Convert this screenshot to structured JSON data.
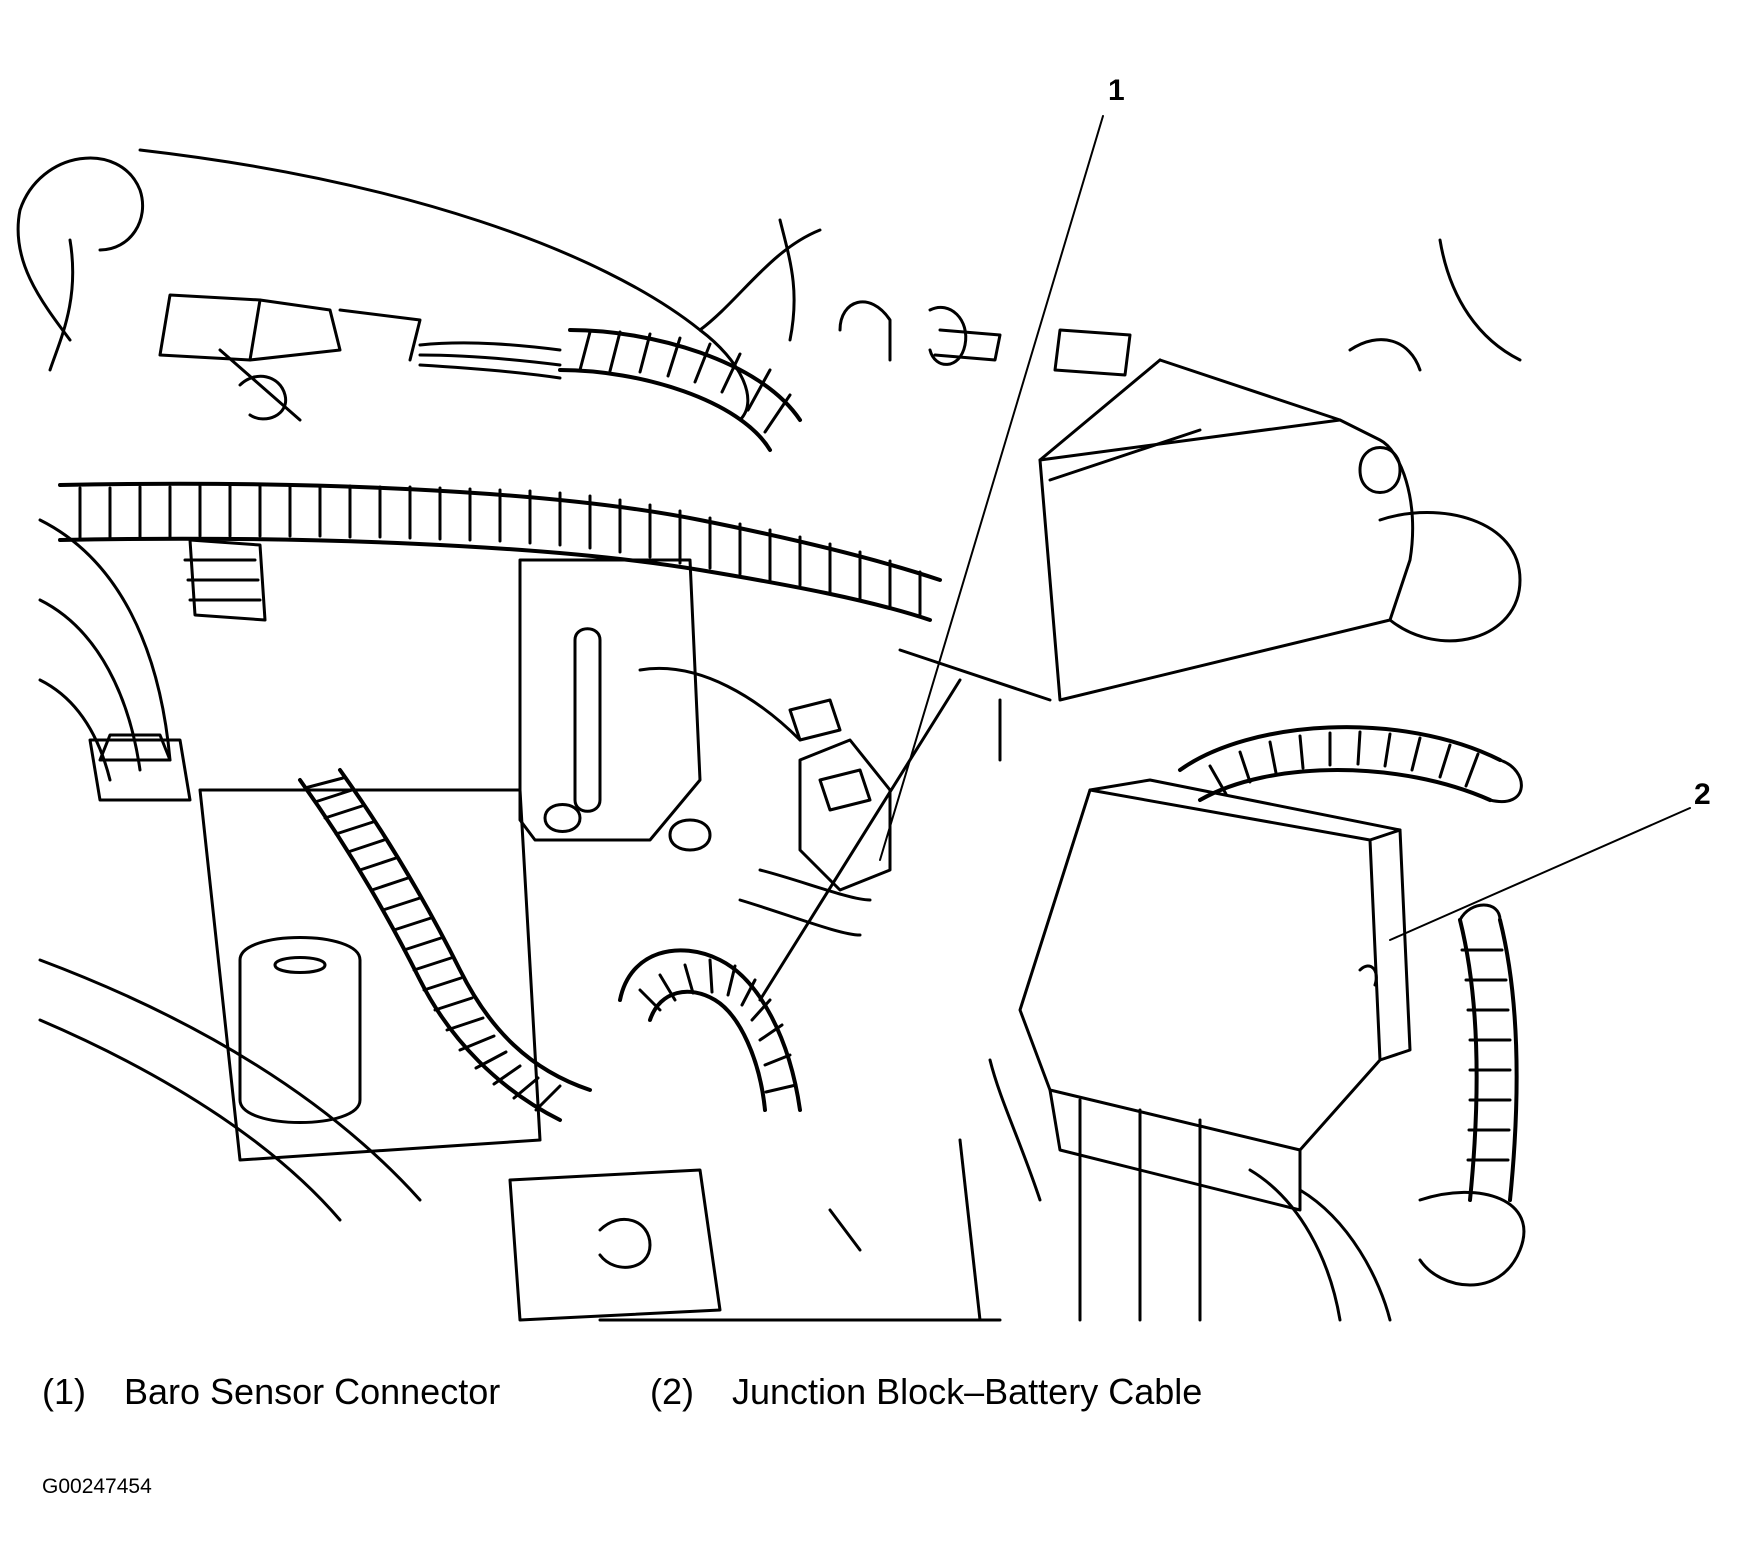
{
  "callouts": [
    {
      "number": "1"
    },
    {
      "number": "2"
    }
  ],
  "legend": [
    {
      "number": "(1)",
      "label": "Baro Sensor Connector"
    },
    {
      "number": "(2)",
      "label": "Junction Block–Battery Cable"
    }
  ],
  "figure_id": "G00247454",
  "colors": {
    "line": "#000000",
    "background": "#ffffff"
  }
}
